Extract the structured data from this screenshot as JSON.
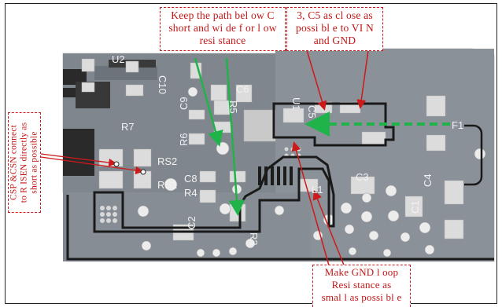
{
  "annotations": {
    "path_note": [
      "Keep the path bel ow C",
      "short and wi de f or l ow",
      "resi stance"
    ],
    "vin_note": [
      "3, C5 as cl ose as",
      "possi bl e to VI N",
      "and GND"
    ],
    "gnd_note": [
      "Make GND l oop",
      "Resi stance as",
      "smal l as possi bl e"
    ],
    "csp_note": [
      "CSP &CSN connect",
      "to R ISEN directly as",
      "short as possible"
    ]
  },
  "silkscreen": {
    "u2": "U2",
    "u1": "U1",
    "c10": "C10",
    "c6": "C6",
    "c9": "C9",
    "r5": "R5",
    "r6": "R6",
    "r7": "R7",
    "c5": "C5",
    "c8": "C8",
    "r4": "R4",
    "rs2": "RS2",
    "rs1": "RS1",
    "c3": "C3",
    "l1": "L1",
    "c1": "C1",
    "f1": "F1",
    "c2": "C2",
    "r3": "R3",
    "c4": "C4"
  },
  "colors": {
    "note_border": "#cc1a1a",
    "note_text": "#c41616",
    "arrow_green": "#22b04a",
    "board_gray": "#7f858d",
    "outline_black": "#1a1a1a"
  }
}
